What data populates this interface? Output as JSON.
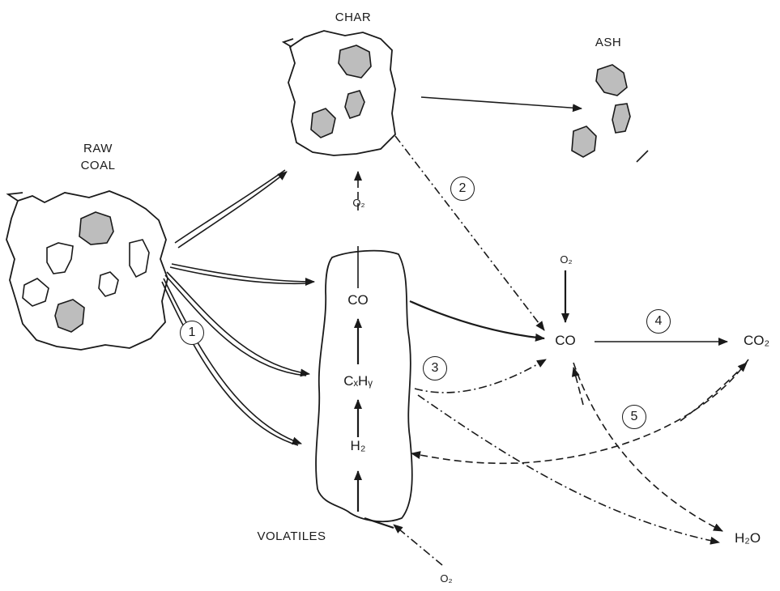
{
  "labels": {
    "raw_coal_line1": "RAW",
    "raw_coal_line2": "COAL",
    "char": "CHAR",
    "ash": "ASH",
    "volatiles": "VOLATILES",
    "o2_top": "O₂",
    "co_inner": "CO",
    "cxhy": "CₓHᵧ",
    "h2": "H₂",
    "o2_bottom": "O₂",
    "o2_right": "O₂",
    "co_right": "CO",
    "co2": "CO₂",
    "h2o": "H₂O"
  },
  "steps": [
    "1",
    "2",
    "3",
    "4",
    "5"
  ]
}
